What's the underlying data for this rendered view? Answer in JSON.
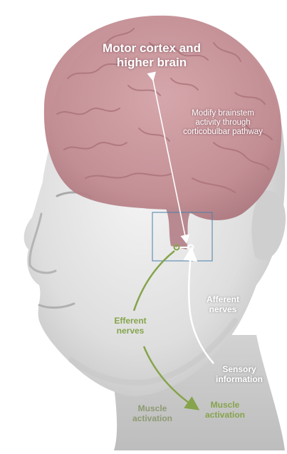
{
  "labels": {
    "motor_cortex": "Motor cortex and\nhigher brain",
    "modify_brainstem": "Modify brainstem\nactivity through\ncorticobulbar pathway",
    "afferent_nerves": "Afferent\nnerves",
    "sensory_information": "Sensory\ninformation",
    "efferent_nerves": "Efferent\nnerves",
    "muscle_activation_left": "Muscle\nactivation",
    "muscle_activation_right": "Muscle\nactivation"
  },
  "colors": {
    "brain": "#c9969b",
    "brain_fold": "#a96f78",
    "head": "#e2e2e2",
    "head_shade": "#c4c4c4",
    "efferent_green": "#86a44c",
    "afferent_white": "#ffffff",
    "brainstem_box": "#4a7fa8"
  }
}
